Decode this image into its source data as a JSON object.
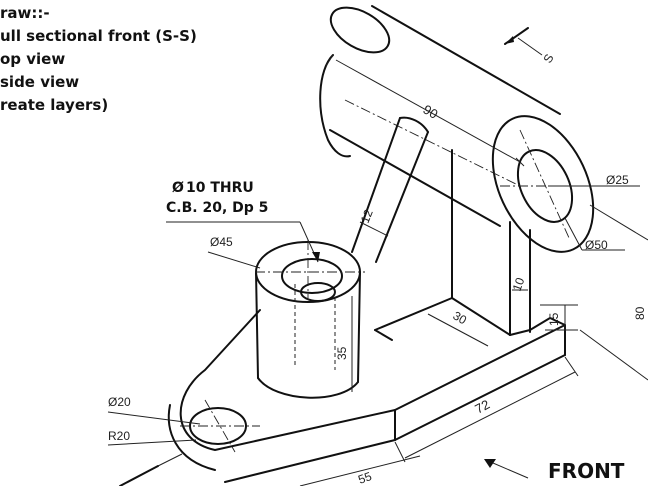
{
  "instructions": {
    "heading": "raw::-",
    "items": [
      "ull sectional front  (S-S)",
      "op view",
      "side view",
      "reate layers)"
    ]
  },
  "callouts": {
    "hole_spec_line1": "10 THRU",
    "hole_spec_line2": "C.B. 20, Dp 5",
    "diameter_symbol": "Ø",
    "front_label": "FRONT",
    "section_label": "S"
  },
  "dimensions": {
    "cylinder_length": "90",
    "bore_dia": "Ø25",
    "cylinder_dia": "Ø50",
    "rib_thickness": "12",
    "boss_dia": "Ø45",
    "wall_thickness": "10",
    "slot_depth": "30",
    "base_thickness": "15",
    "boss_height": "35",
    "base_length": "72",
    "hole_dia": "Ø20",
    "end_radius": "R20",
    "base_width": "55",
    "right_edge_partial": "80"
  },
  "colors": {
    "line": "#111111",
    "background": "#ffffff"
  }
}
